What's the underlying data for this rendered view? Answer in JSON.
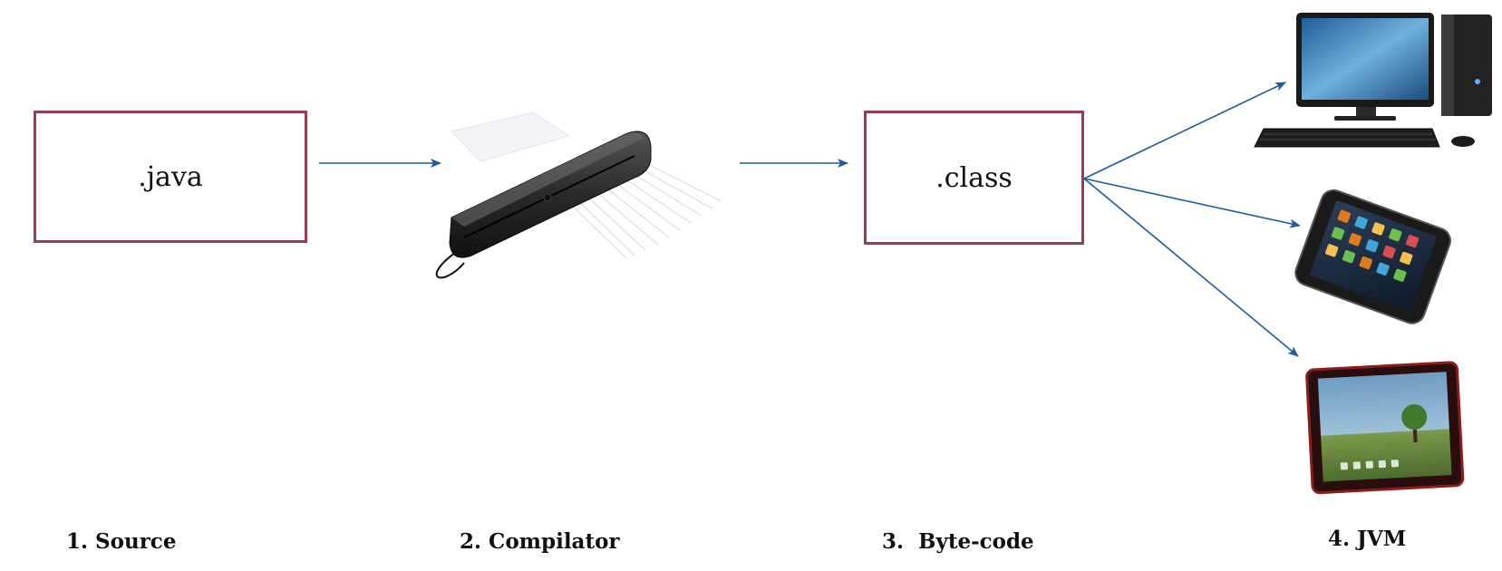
{
  "boxes": {
    "source": ".java",
    "bytecode": ".class"
  },
  "steps": {
    "step1": "1. Source",
    "step2": "2. Compilator",
    "step3": "3.  Byte-code",
    "step4": "4. JVM"
  },
  "icons": {
    "compiler": "paper-shredder-icon",
    "desktop": "desktop-computer-icon",
    "phone": "smartphone-icon",
    "tablet": "tablet-icon"
  },
  "colors": {
    "box_border": "#9b3d52",
    "arrow": "#1f5b94"
  }
}
